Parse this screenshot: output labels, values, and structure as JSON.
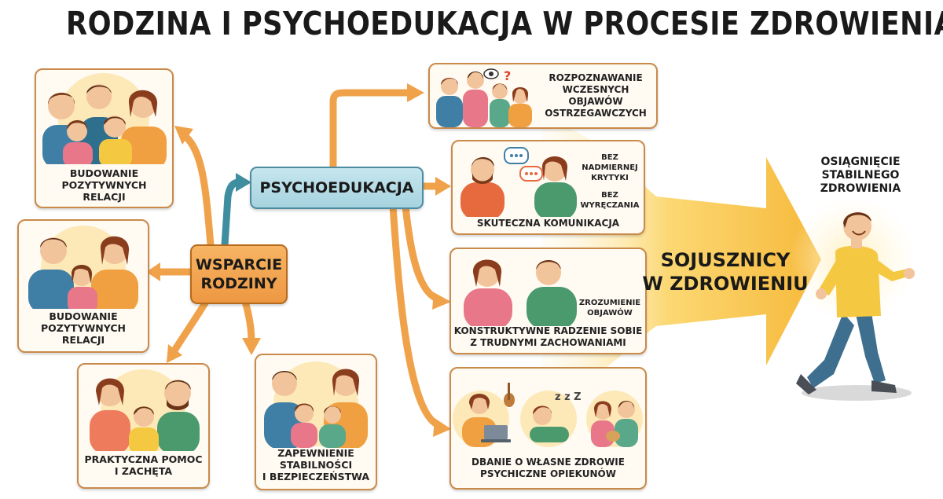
{
  "title": "RODZINA I PSYCHOEDUKACJA W PROCESIE ZDROWIENIA",
  "hubs": {
    "support": [
      "WSPARCIE",
      "RODZINY"
    ],
    "psychoeducation": "PSYCHOEDUKACJA"
  },
  "left_cards": [
    {
      "lines": [
        "BUDOWANIE",
        "POZYTYWNYCH",
        "RELACJI"
      ]
    },
    {
      "lines": [
        "BUDOWANIE",
        "POZYTYWNYCH",
        "RELACJI"
      ]
    },
    {
      "lines": [
        "PRAKTYCZNA POMOC",
        "I ZACHĘTA"
      ]
    },
    {
      "lines": [
        "ZAPEWNIENIE",
        "STABILNOŚCI",
        "I BEZPIECZEŃSTWA"
      ]
    }
  ],
  "right_cards": [
    {
      "lines": [
        "ROZPOZNAWANIE",
        "WCZESNYCH",
        "OBJAWÓW",
        "OSTRZEGAWCZYCH"
      ]
    },
    {
      "lines": [
        "SKUTECZNA KOMUNIKACJA"
      ],
      "side_top": [
        "BEZ",
        "NADMIERNEJ",
        "KRYTYKI"
      ],
      "side_bottom": [
        "BEZ",
        "WYRĘCZANIA"
      ]
    },
    {
      "lines": [
        "KONSTRUKTYWNE RADZENIE SOBIE",
        "Z TRUDNYMI ZACHOWANIAMI"
      ],
      "side": [
        "ZROZUMIENIE",
        "OBJAWÓW"
      ]
    },
    {
      "lines": [
        "DBANIE O WŁASNE ZDROWIE",
        "PSYCHICZNE OPIEKUNÓW"
      ]
    }
  ],
  "allies": [
    "SOJUSZNICY",
    "W ZDROWIENIU"
  ],
  "goal": [
    "OSIĄGNIĘCIE",
    "STABILNEGO",
    "ZDROWIENIA"
  ],
  "colors": {
    "arrow_orange": "#f0a24a",
    "arrow_teal": "#3f8ea0",
    "big_arrow": "#f7c64a",
    "card_border": "#c98a4a"
  }
}
